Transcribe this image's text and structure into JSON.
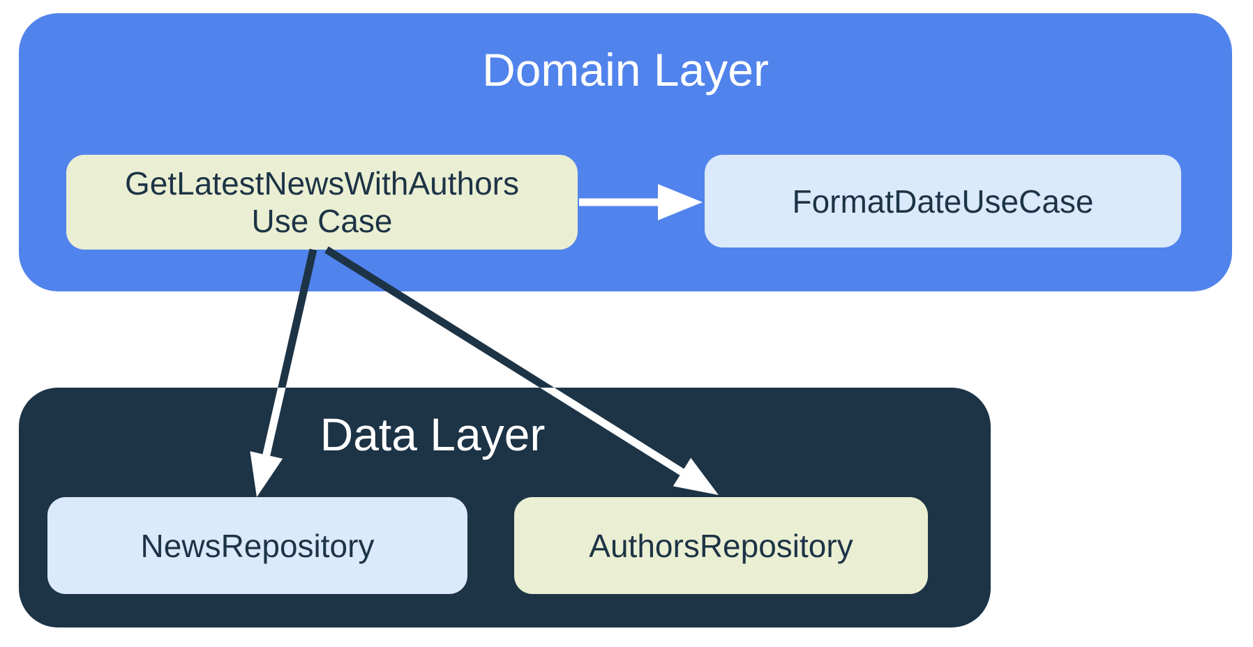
{
  "colors": {
    "blue": "#5183EC",
    "navy": "#1D3346",
    "cream": "#EAEFD3",
    "light-blue": "#DAE9FB",
    "white": "#FFFFFF"
  },
  "diagram": {
    "domain_layer": {
      "title": "Domain Layer",
      "nodes": [
        {
          "id": "GetLatestNewsWithAuthorsUseCase",
          "label_line1": "GetLatestNewsWithAuthors",
          "label_line2": "Use Case"
        },
        {
          "id": "FormatDateUseCase",
          "label": "FormatDateUseCase"
        }
      ]
    },
    "data_layer": {
      "title": "Data Layer",
      "nodes": [
        {
          "id": "NewsRepository",
          "label": "NewsRepository"
        },
        {
          "id": "AuthorsRepository",
          "label": "AuthorsRepository"
        }
      ]
    },
    "edges": [
      {
        "from": "GetLatestNewsWithAuthorsUseCase",
        "to": "FormatDateUseCase"
      },
      {
        "from": "GetLatestNewsWithAuthorsUseCase",
        "to": "NewsRepository"
      },
      {
        "from": "GetLatestNewsWithAuthorsUseCase",
        "to": "AuthorsRepository"
      }
    ]
  }
}
